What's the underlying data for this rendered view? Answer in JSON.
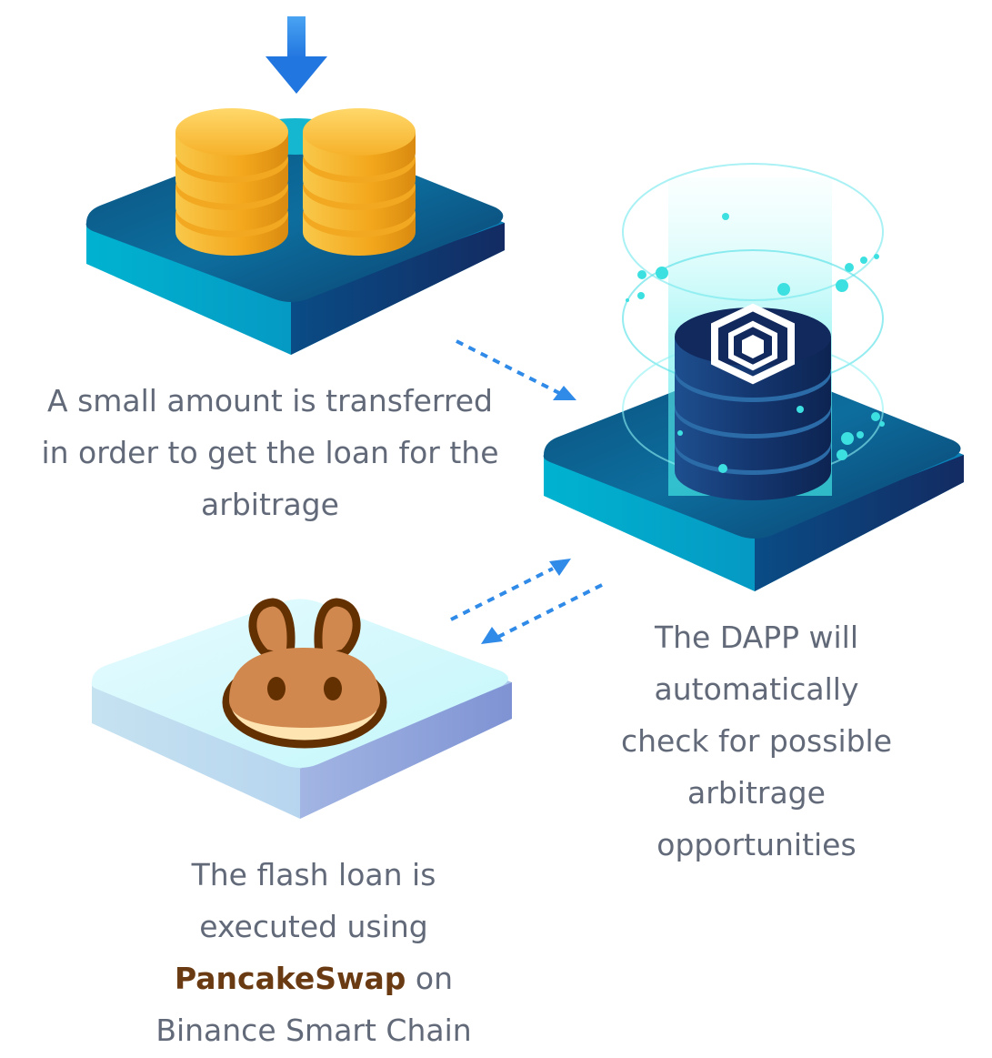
{
  "captions": {
    "transfer": {
      "line1": "A small amount is transferred",
      "line2": "in order to get the loan for the",
      "line3": "arbitrage"
    },
    "dapp": {
      "line1": "The DAPP will",
      "line2": "automatically",
      "line3": "check for possible",
      "line4": "arbitrage",
      "line5": "opportunities"
    },
    "flash_loan": {
      "line1": "The flash loan is",
      "line2": "executed using",
      "brand": "PancakeSwap",
      "after_brand": " on",
      "line4": "Binance Smart Chain"
    }
  },
  "colors": {
    "text": "#626a79",
    "brand": "#6a3b12",
    "arrow": "#2f8ae8",
    "platform_top": "#0b5f8c",
    "coin_gold": "#f7b423",
    "pancake_brown": "#d1884f",
    "dapp_cylinder": "#0f2b5c",
    "glow_cyan": "#3fe3e3"
  },
  "icons": {
    "down_arrow": "down-arrow-icon",
    "coins": "coin-stack-icon",
    "dapp_logo": "hexagon-logo-icon",
    "pancakeswap": "pancakeswap-bunny-icon"
  }
}
